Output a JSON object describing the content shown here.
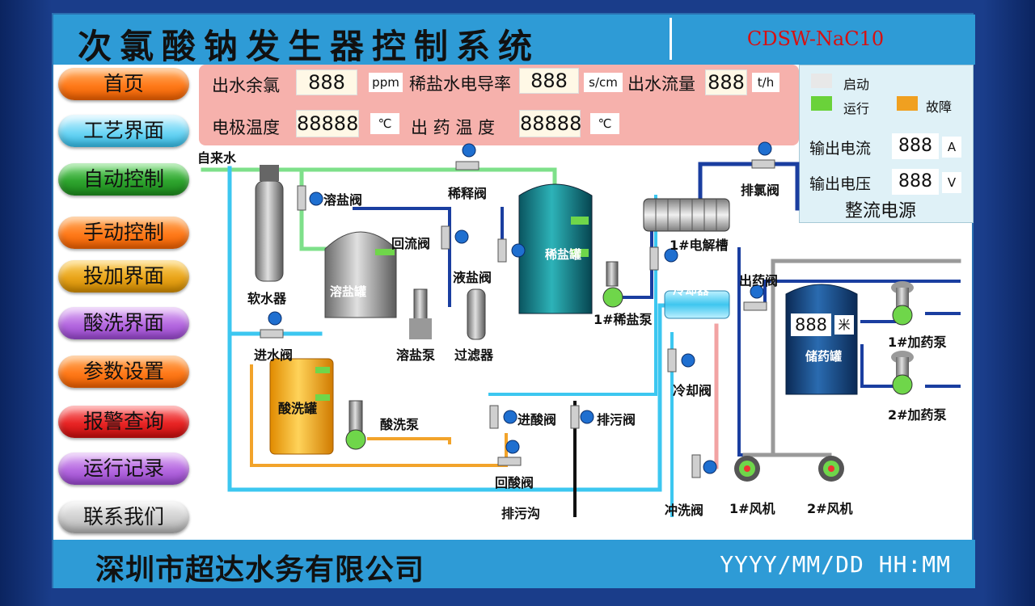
{
  "header": {
    "title": "次氯酸钠发生器控制系统",
    "model": "CDSW-NaC10"
  },
  "footer": {
    "company": "深圳市超达水务有限公司",
    "datetime": "YYYY/MM/DD HH:MM"
  },
  "nav": [
    {
      "label": "首页"
    },
    {
      "label": "工艺界面"
    },
    {
      "label": "自动控制"
    },
    {
      "label": "手动控制"
    },
    {
      "label": "投加界面"
    },
    {
      "label": "酸洗界面"
    },
    {
      "label": "参数设置"
    },
    {
      "label": "报警查询"
    },
    {
      "label": "运行记录"
    },
    {
      "label": "联系我们"
    }
  ],
  "monitor": {
    "chlorine": {
      "label": "出水余氯",
      "value": "888",
      "unit": "ppm"
    },
    "conductivity": {
      "label": "稀盐水电导率",
      "value": "888",
      "unit": "s/cm"
    },
    "flow": {
      "label": "出水流量",
      "value": "888",
      "unit": "t/h"
    },
    "electrode_temp": {
      "label": "电极温度",
      "value": "88888",
      "unit": "℃"
    },
    "product_temp": {
      "label": "出 药 温 度",
      "value": "88888",
      "unit": "℃"
    }
  },
  "power": {
    "legend": {
      "start": "启动",
      "run": "运行",
      "fault": "故障"
    },
    "current": {
      "label": "输出电流",
      "value": "888",
      "unit": "A"
    },
    "voltage": {
      "label": "输出电压",
      "value": "888",
      "unit": "V"
    },
    "title": "整流电源"
  },
  "process": {
    "tap_water": "自来水",
    "softener": "软水器",
    "salt_valve": "溶盐阀",
    "dilute_valve": "稀释阀",
    "salt_tank": "溶盐罐",
    "return_valve": "回流阀",
    "brine_tank": "稀盐罐",
    "brine_valve": "液盐阀",
    "salt_pump": "溶盐泵",
    "filter": "过滤器",
    "brine_pump": "1#稀盐泵",
    "electrolyzer": "1#电解槽",
    "chlorine_vent": "排氯阀",
    "cooler": "冷却器",
    "outlet_valve": "出药阀",
    "storage_tank": "储药罐",
    "storage_level": "888",
    "storage_unit": "米",
    "dose_pump1": "1#加药泵",
    "dose_pump2": "2#加药泵",
    "inlet_valve": "进水阀",
    "acid_tank": "酸洗罐",
    "acid_pump": "酸洗泵",
    "acid_in_valve": "进酸阀",
    "drain_valve": "排污阀",
    "acid_return_valve": "回酸阀",
    "drain_ditch": "排污沟",
    "cooling_valve": "冷却阀",
    "flush_valve": "冲洗阀",
    "fan1": "1#风机",
    "fan2": "2#风机"
  },
  "colors": {
    "header": "#2e9bd6",
    "monitor_bg": "#f6b1ac",
    "model_text": "#d81010",
    "pipe_water": "#3cc7f0",
    "pipe_salt": "#7ee08a",
    "pipe_blue": "#1a3ea0",
    "pipe_orange": "#f2a32a",
    "pipe_grey": "#9a9a9a",
    "pipe_pink": "#f2a3a3"
  }
}
